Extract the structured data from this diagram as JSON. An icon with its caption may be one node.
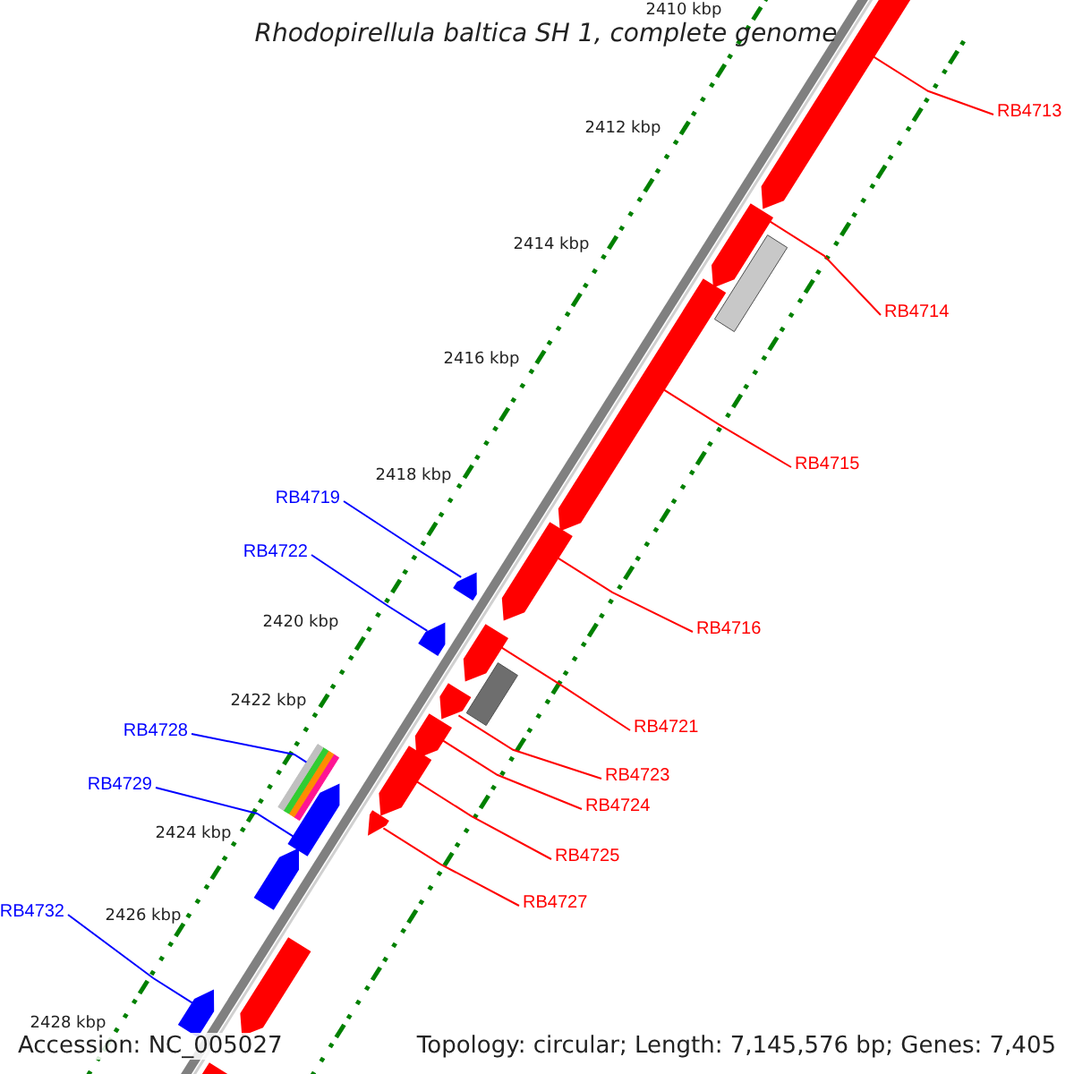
{
  "diagram": {
    "title": "Rhodopirellula baltica SH 1, complete genome",
    "nodes": [
      {
        "text": [
          "RB4713"
        ]
      },
      {
        "text": [
          "RB4714"
        ]
      },
      {
        "text": [
          "RB4715"
        ]
      },
      {
        "text": [
          "RB4719"
        ]
      },
      {
        "text": [
          "RB4722"
        ]
      },
      {
        "text": [
          "RB4716"
        ]
      },
      {
        "text": [
          "RB4721"
        ]
      },
      {
        "text": [
          "RB4728"
        ]
      },
      {
        "text": [
          "RB4723"
        ]
      },
      {
        "text": [
          "RB4729"
        ]
      },
      {
        "text": [
          "RB4724"
        ]
      },
      {
        "text": [
          "RB4725"
        ]
      },
      {
        "text": [
          "RB4727"
        ]
      },
      {
        "text": [
          "RB4732"
        ]
      },
      {
        "text": [],
        "shape": "arrow"
      },
      {
        "text": [],
        "shape": "arrow"
      },
      {
        "text": [],
        "shape": "arrow"
      },
      {
        "text": [],
        "shape": "arrow"
      },
      {
        "text": [],
        "shape": "arrow"
      },
      {
        "text": [],
        "shape": "arrow"
      },
      {
        "text": [],
        "shape": "arrow"
      },
      {
        "text": [],
        "shape": "arrow"
      },
      {
        "text": [],
        "shape": "bar"
      },
      {
        "text": [],
        "shape": "arrow"
      },
      {
        "text": [],
        "shape": "arrow"
      },
      {
        "text": [],
        "shape": "arrow"
      },
      {
        "text": [],
        "shape": "arrow"
      },
      {
        "text": [],
        "shape": "arrow"
      },
      {
        "text": [],
        "shape": "bar"
      },
      {
        "text": [],
        "shape": "bar"
      },
      {
        "text": [],
        "shape": "arrow"
      },
      {
        "text": [],
        "shape": "arrow"
      },
      {
        "text": [],
        "shape": "arrow"
      }
    ],
    "edges": [
      {
        "from": 0,
        "to": 14,
        "arrow": "none"
      },
      {
        "from": 1,
        "to": 15,
        "arrow": "none"
      },
      {
        "from": 2,
        "to": 16,
        "arrow": "none"
      },
      {
        "from": 3,
        "to": 18,
        "arrow": "none",
        "color": "#0000ff"
      },
      {
        "from": 4,
        "to": 19,
        "arrow": "none",
        "color": "#0000ff"
      },
      {
        "from": 5,
        "to": 17,
        "arrow": "none"
      },
      {
        "from": 6,
        "to": 20,
        "arrow": "none"
      },
      {
        "from": 7,
        "to": 22,
        "arrow": "none",
        "color": "#0000ff"
      },
      {
        "from": 8,
        "to": 21,
        "arrow": "none"
      },
      {
        "from": 9,
        "to": 24,
        "arrow": "none",
        "color": "#0000ff"
      },
      {
        "from": 10,
        "to": 23,
        "arrow": "none"
      },
      {
        "from": 11,
        "to": 25,
        "arrow": "none"
      },
      {
        "from": 12,
        "to": 26,
        "arrow": "none"
      },
      {
        "from": 13,
        "to": 27,
        "arrow": "none",
        "color": "#0000ff"
      }
    ],
    "labels": [
      "2410 kbp",
      "2412 kbp",
      "2414 kbp",
      "2416 kbp",
      "2418 kbp",
      "2420 kbp",
      "2422 kbp",
      "2424 kbp",
      "2426 kbp",
      "2428 kbp",
      "Accession: NC_005027",
      "Topology: circular; Length: 7,145,576 bp; Genes: 7,405"
    ]
  }
}
